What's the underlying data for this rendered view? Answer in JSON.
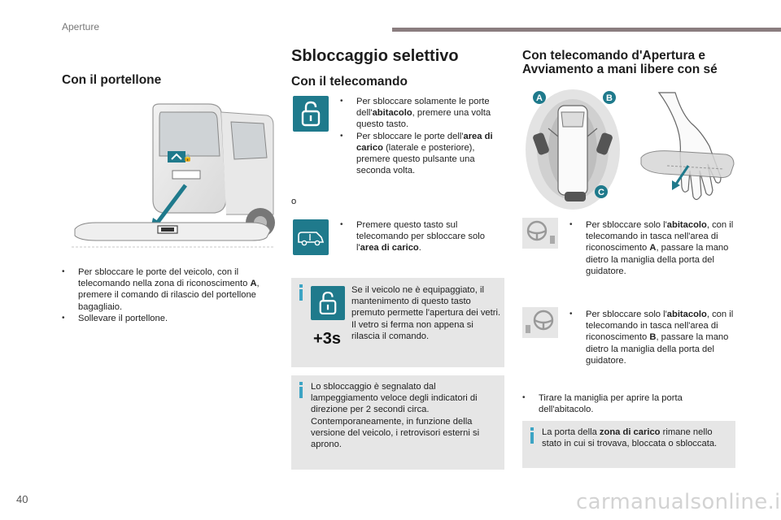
{
  "header": {
    "section": "Aperture"
  },
  "left": {
    "title": "Con il portellone",
    "bullets": [
      [
        "Per sbloccare le porte del veicolo, con il telecomando nella zona di riconoscimento ",
        "A",
        ", premere il comando di rilascio del portellone bagagliaio."
      ],
      [
        "Sollevare il portellone."
      ]
    ]
  },
  "middle": {
    "title": "Sbloccaggio selettivo",
    "subtitle": "Con il telecomando",
    "block1": [
      [
        "Per sbloccare solamente le porte dell'",
        "abitacolo",
        ", premere una volta questo tasto."
      ],
      [
        "Per sbloccare le porte dell'",
        "area di carico",
        " (laterale e posteriore), premere questo pulsante una seconda volta."
      ]
    ],
    "or": "o",
    "block2": [
      [
        "Premere questo tasto sul telecomando per sbloccare solo l'",
        "area di carico",
        "."
      ]
    ],
    "info1": "Se il veicolo ne è equipaggiato, il mantenimento di questo tasto premuto permette l'apertura dei vetri. Il vetro si ferma non appena si rilascia il comando.",
    "badge": "+3s",
    "info2": "Lo sbloccaggio è segnalato dal lampeggiamento veloce degli indicatori di direzione per 2 secondi circa. Contemporaneamente, in funzione della versione del veicolo, i retrovisori esterni si aprono."
  },
  "right": {
    "title": "Con telecomando d'Apertura e Avviamento a mani libere con sé",
    "zones": [
      "A",
      "B",
      "C"
    ],
    "item1": [
      "Per sbloccare solo l'",
      "abitacolo",
      ", con il telecomando in tasca nell'area di riconoscimento ",
      "A",
      ", passare la mano dietro la maniglia della porta del guidatore."
    ],
    "item2": [
      "Per sbloccare solo l'",
      "abitacolo",
      ", con il telecomando in tasca nell'area di riconoscimento ",
      "B",
      ", passare la mano dietro la maniglia della porta del guidatore."
    ],
    "bullet3": "Tirare la maniglia per aprire la porta dell'abitacolo.",
    "info": [
      "La porta della ",
      "zona di carico",
      " rimane nello stato in cui si trovava, bloccata o sbloccata."
    ]
  },
  "footer": {
    "page": "40",
    "watermark": "carmanualsonline.info"
  },
  "colors": {
    "teal": "#1f7a8c",
    "info_accent": "#3da4c4",
    "info_bg": "#e6e6e6",
    "header_bar": "#8a7d7f"
  },
  "icons": [
    "key-unlock-icon",
    "van-cargo-icon",
    "info-icon",
    "steering-wheel-icon",
    "bullet-arrow-icon"
  ]
}
